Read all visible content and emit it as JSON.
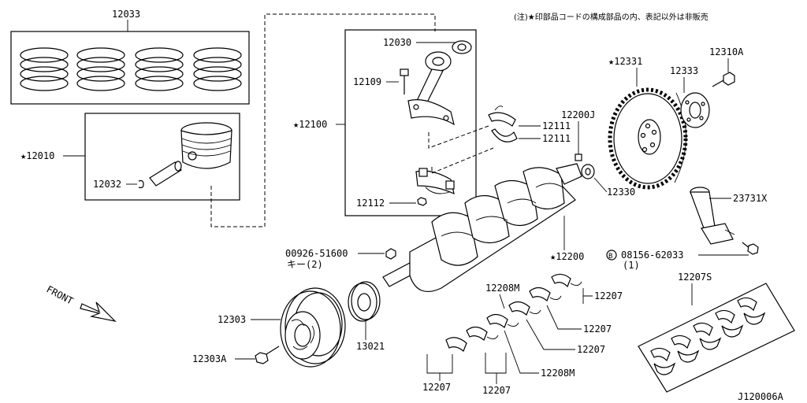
{
  "note": "(注)★印部品コードの構成部品の内、表記以外は非販売",
  "diagram_id": "J120006A",
  "front_label": "FRONT",
  "labels": {
    "p12033": "12033",
    "p12010": "★12010",
    "p12032": "12032",
    "p12030": "12030",
    "p12109": "12109",
    "p12100": "★12100",
    "p12111a": "12111",
    "p12111b": "12111",
    "p12112": "12112",
    "p12200j": "12200J",
    "p12331": "★12331",
    "p12333": "12333",
    "p12310a": "12310A",
    "p12330": "12330",
    "p23731x": "23731X",
    "p12200": "★12200",
    "p08156": "08156-62033",
    "p08156_qty": "(1)",
    "p00926": "00926-51600",
    "p00926_sub": "キー(2)",
    "p12303": "12303",
    "p12303a": "12303A",
    "p13021": "13021",
    "p12208m_top": "12208M",
    "p12207_r1": "12207",
    "p12207_r2": "12207",
    "p12207_r3": "12207",
    "p12208m_bot": "12208M",
    "p12207_b1": "12207",
    "p12207_b2": "12207",
    "p12207s": "12207S"
  },
  "bolt_marker": "B"
}
